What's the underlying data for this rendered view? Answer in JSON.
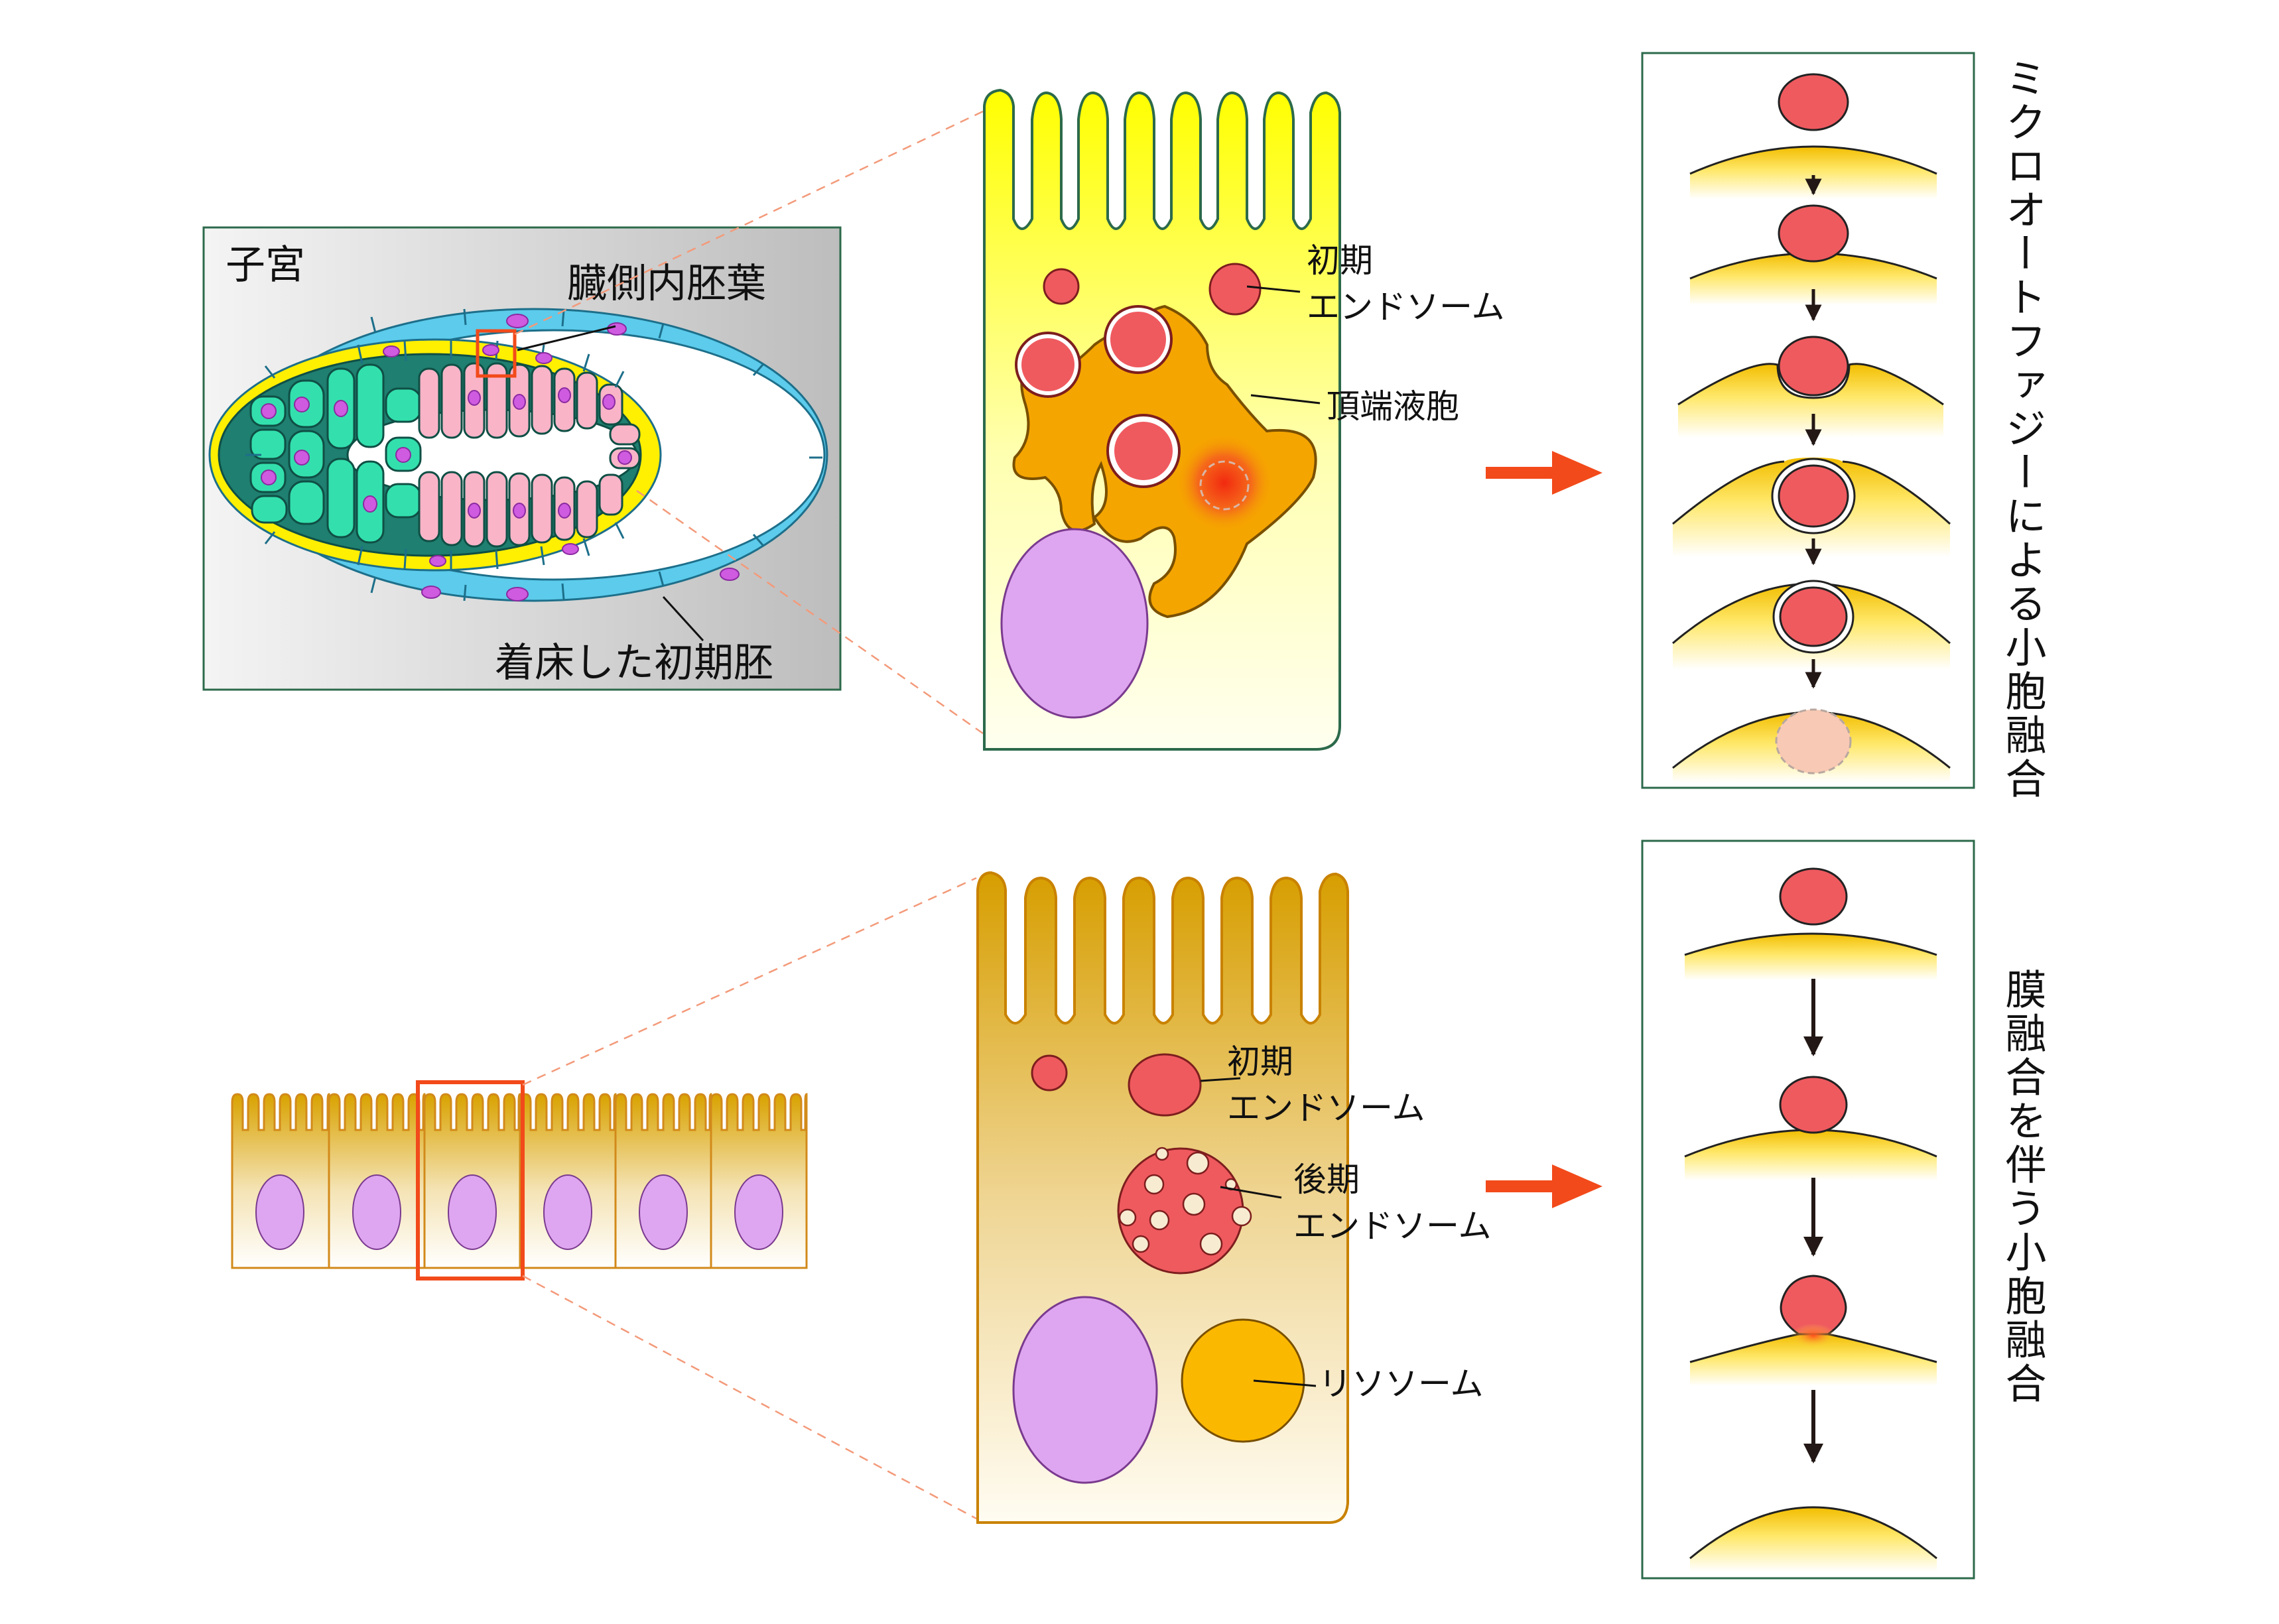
{
  "top": {
    "uterus_label": "子宮",
    "visceral_endoderm_label": "臓側内胚葉",
    "embryo_label": "着床した初期胚",
    "early_endosome_label_line1": "初期",
    "early_endosome_label_line2": "エンドソーム",
    "apical_vacuole_label": "頂端液胞",
    "process_title": "ミクロオートファジーによる小胞融合"
  },
  "bottom": {
    "early_endosome_label_line1": "初期",
    "early_endosome_label_line2": "エンドソーム",
    "late_endosome_label_line1": "後期",
    "late_endosome_label_line2": "エンドソーム",
    "lysosome_label": "リソソーム",
    "process_title": "膜融合を伴う小胞融合"
  },
  "colors": {
    "vesicle_red": "#ef5a5f",
    "nucleus_purple": "#dea6f0",
    "apical_vacuole_orange": "#f5a500",
    "lysosome_orange": "#fbb800",
    "arrow_red": "#f24a1a",
    "visceral_endoderm_yellow": "#ffef00",
    "trophoblast_blue": "#5ccbec",
    "epiblast_pink": "#f9b4c8",
    "extraembryonic_green": "#33e0ad",
    "box_border": "#2c6a4b"
  }
}
